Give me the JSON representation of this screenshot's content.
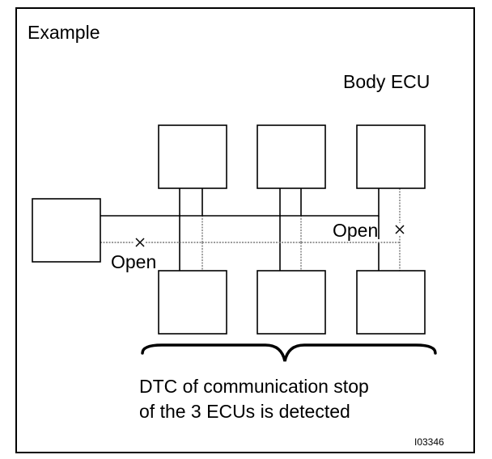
{
  "labels": {
    "example": "Example",
    "body_ecu": "Body ECU",
    "open_left": "Open",
    "open_right": "Open",
    "caption_line1": "DTC of communication stop",
    "caption_line2": "of the 3 ECUs is detected",
    "figure_code": "I03346"
  },
  "colors": {
    "line": "#000000",
    "dotted_line": "#7a7a7a"
  },
  "icons": {
    "break_mark": "cross-mark-icon",
    "brace": "curly-brace-icon"
  }
}
